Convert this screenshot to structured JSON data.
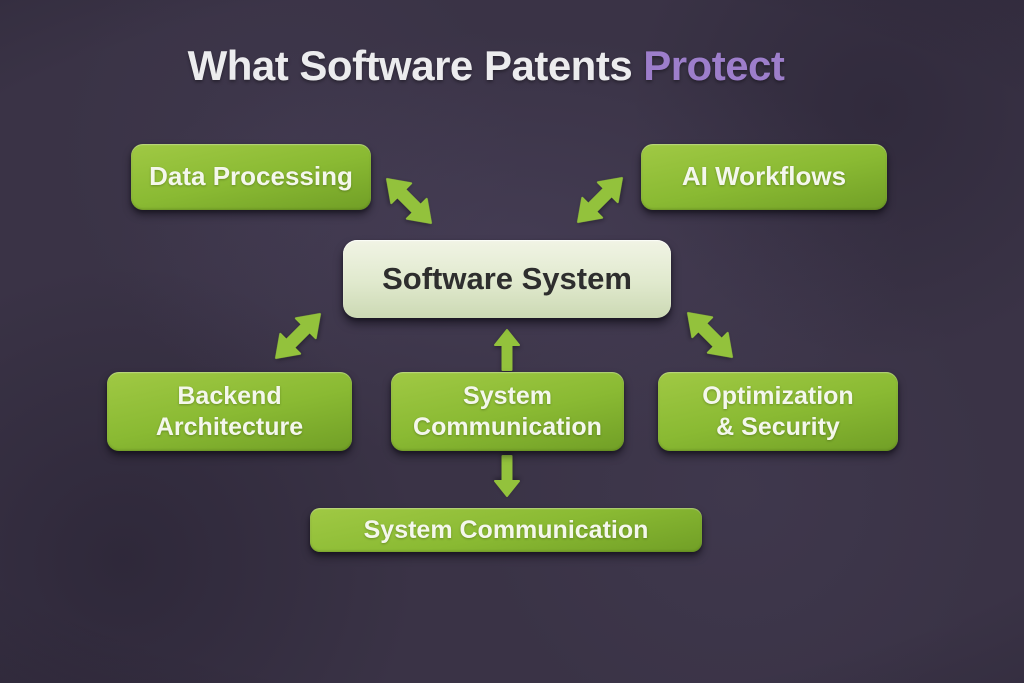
{
  "title": {
    "prefix": "What Software Patents",
    "highlight": "Protect"
  },
  "nodes": {
    "data_processing": {
      "label": "Data Processing"
    },
    "ai_workflows": {
      "label": "AI Workflows"
    },
    "software_system": {
      "label": "Software System"
    },
    "backend_architecture": {
      "label": "Backend\nArchitecture"
    },
    "system_communication_mid": {
      "label": "System\nCommunication"
    },
    "optimization_security": {
      "label": "Optimization\n& Security"
    },
    "system_communication_bottom": {
      "label": "System Communication"
    }
  },
  "connectors": {
    "data_processing_software_system": "double-arrow",
    "ai_workflows_software_system": "double-arrow",
    "backend_architecture_software_system": "double-arrow",
    "optimization_security_software_system": "double-arrow",
    "system_communication_mid_software_system": "single-arrow-up",
    "system_communication_mid_bottom": "single-arrow-down"
  },
  "colors": {
    "background": "#3a3346",
    "box_green_light": "#a0c944",
    "box_green_dark": "#719f26",
    "center_box_light": "#f1f4e5",
    "center_box_dark": "#ccd9b4",
    "arrow_green": "#93c23c",
    "title_text": "#ececee",
    "title_highlight": "#9d7ecb",
    "box_text": "#f4f7ec",
    "center_box_text": "#2e2e2e"
  }
}
